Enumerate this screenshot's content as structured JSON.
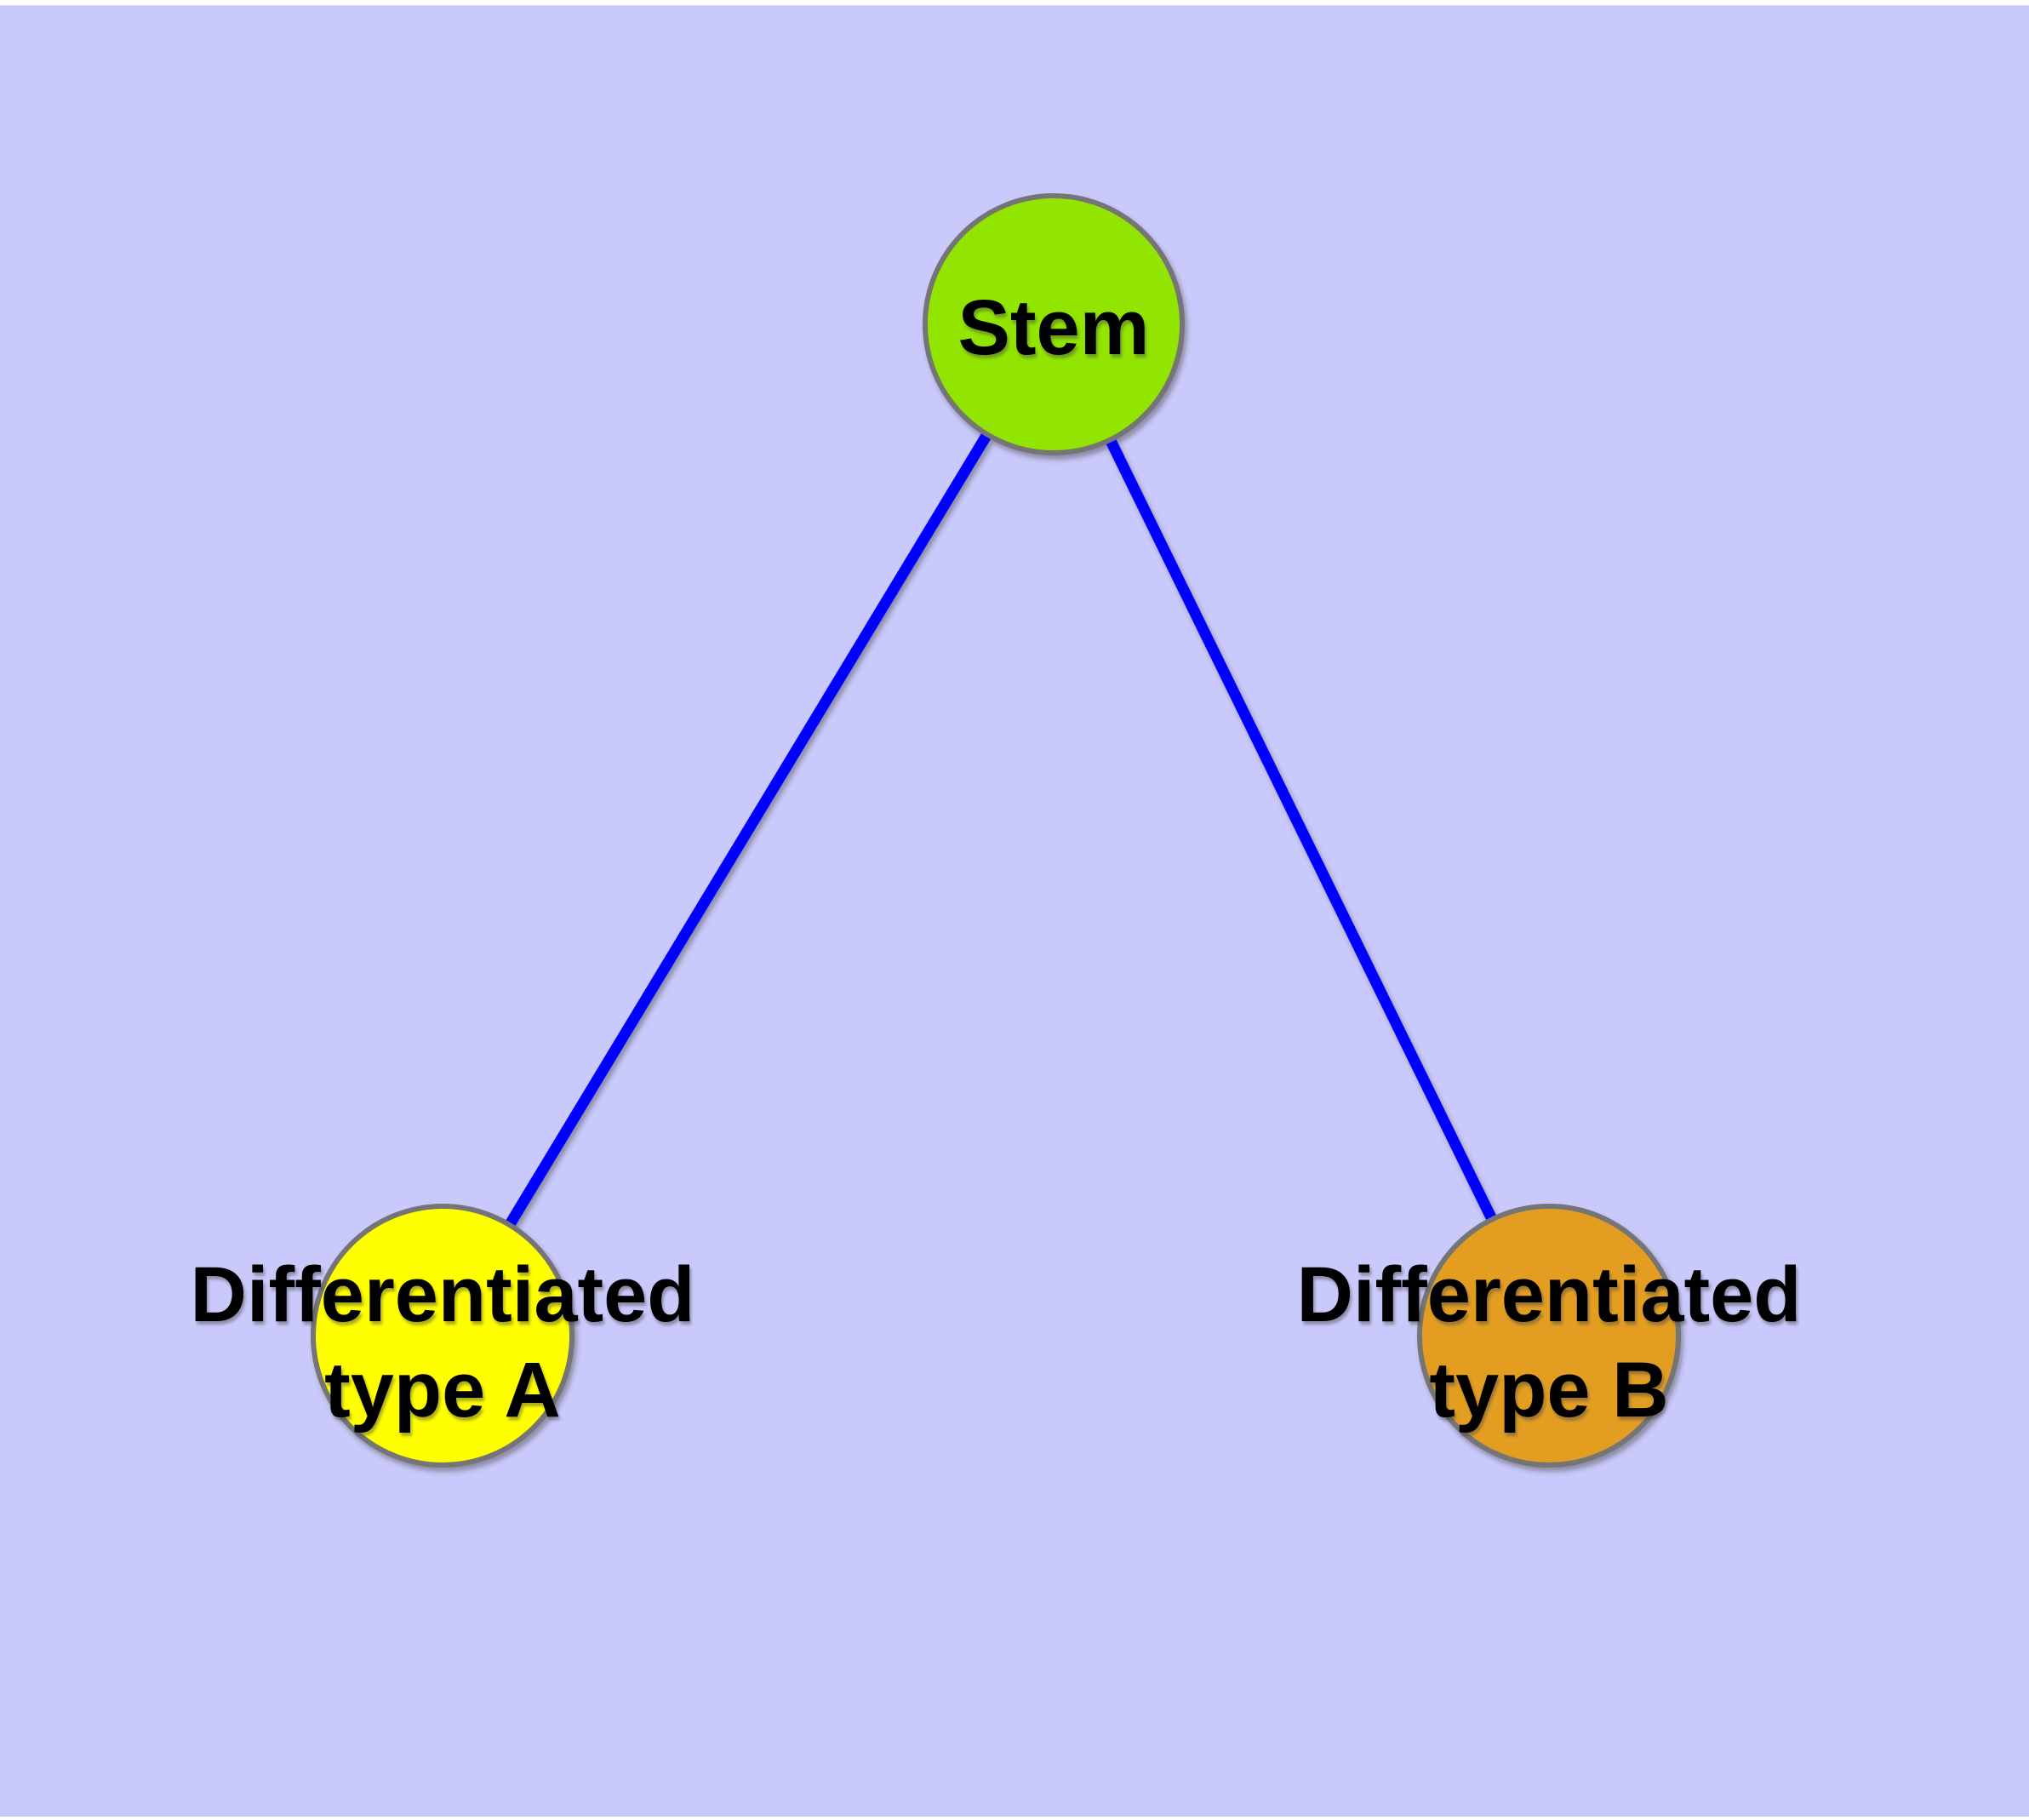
{
  "diagram": {
    "background": "#C9C9FB",
    "edge_color": "#0000FF",
    "node_border_color": "#757575",
    "label_color": "#000000",
    "nodes": [
      {
        "id": "stem",
        "lines": [
          "Stem"
        ],
        "color": "#91E500"
      },
      {
        "id": "differentiated-type-a",
        "lines": [
          "Differentiated",
          "type A"
        ],
        "color": "#FFFF00"
      },
      {
        "id": "differentiated-type-b",
        "lines": [
          "Differentiated",
          "type B"
        ],
        "color": "#E39E22"
      }
    ],
    "edges": [
      {
        "from": "stem",
        "to": "differentiated-type-a"
      },
      {
        "from": "stem",
        "to": "differentiated-type-b"
      }
    ]
  }
}
